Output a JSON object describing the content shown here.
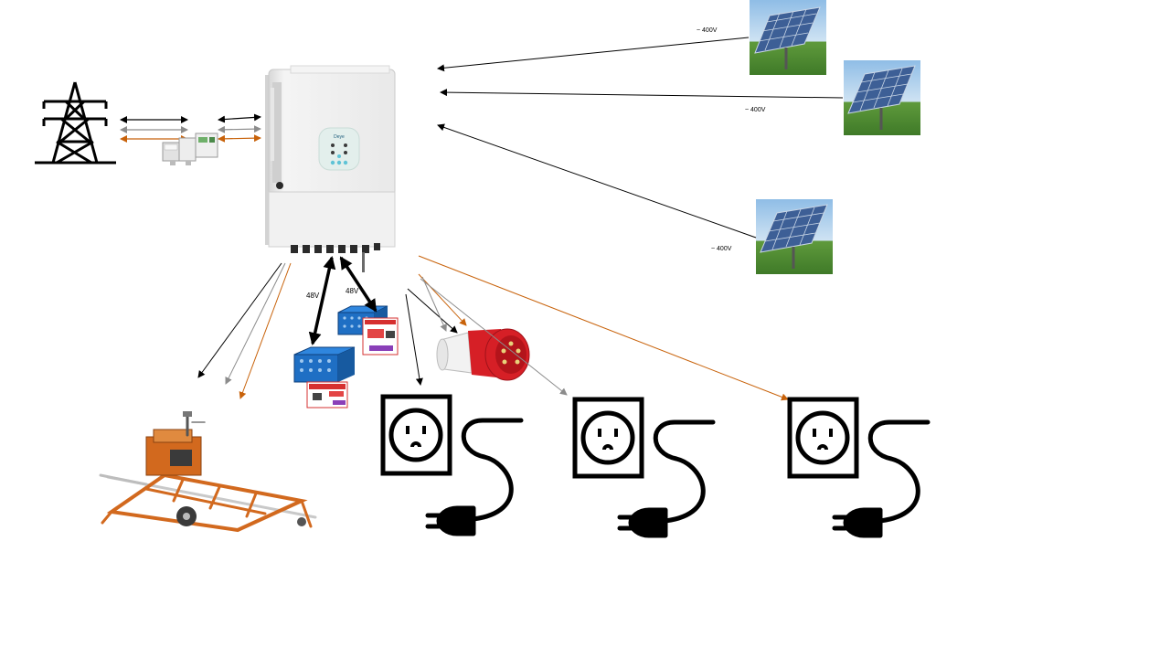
{
  "labels": {
    "pv_voltage_1": "~ 400V",
    "pv_voltage_2": "~ 400V",
    "pv_voltage_3": "~ 400V",
    "battery_voltage_1": "48V",
    "battery_voltage_2": "48V"
  },
  "colors": {
    "wire_black": "#000000",
    "wire_grey": "#8c8c8c",
    "wire_orange": "#c8620a",
    "inverter_body": "#ececec",
    "sawmill_orange": "#d2691e",
    "plug_red": "#d61f26",
    "battery_blue": "#1f6fc4",
    "panel_blue": "#4a6fa8",
    "sky": "#9cc3e6",
    "grass": "#4f8a32"
  },
  "icons": [
    "power-tower-icon",
    "energy-meter-icon",
    "hybrid-inverter-icon",
    "solar-panel-icon",
    "battery-icon",
    "sawmill-icon",
    "industrial-plug-icon",
    "wall-outlet-icon",
    "power-plug-icon"
  ]
}
